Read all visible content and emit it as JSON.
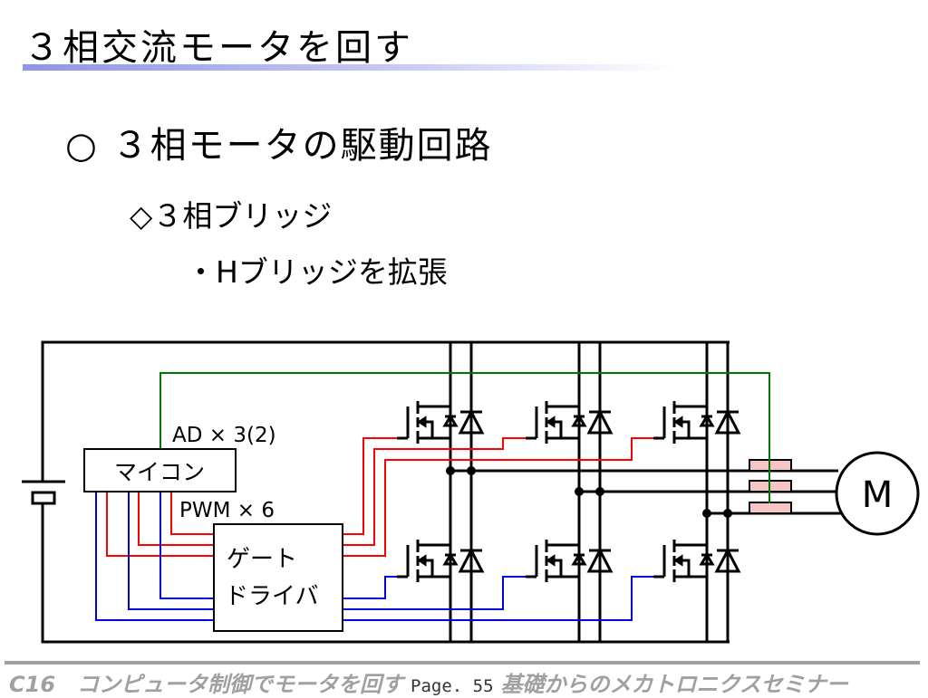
{
  "slide": {
    "title": "３相交流モータを回す",
    "heading": "○ ３相モータの駆動回路",
    "subheading": "◇３相ブリッジ",
    "bullet": "・Hブリッジを拡張"
  },
  "diagram": {
    "microcontroller_label": "マイコン",
    "gate_driver_line1": "ゲート",
    "gate_driver_line2": "ドライバ",
    "ad_label": "AD × 3(2)",
    "pwm_label": "PWM × 6",
    "motor_label": "M",
    "colors": {
      "pwm_high": "#ff0000",
      "pwm_low": "#0000dd",
      "sense": "#007700",
      "shunt": "#f6c6c6"
    }
  },
  "footer": {
    "left": "C16　コンピュータ制御でモータを回す",
    "page": "Page. 55",
    "right": "基礎からのメカトロニクスセミナー"
  }
}
